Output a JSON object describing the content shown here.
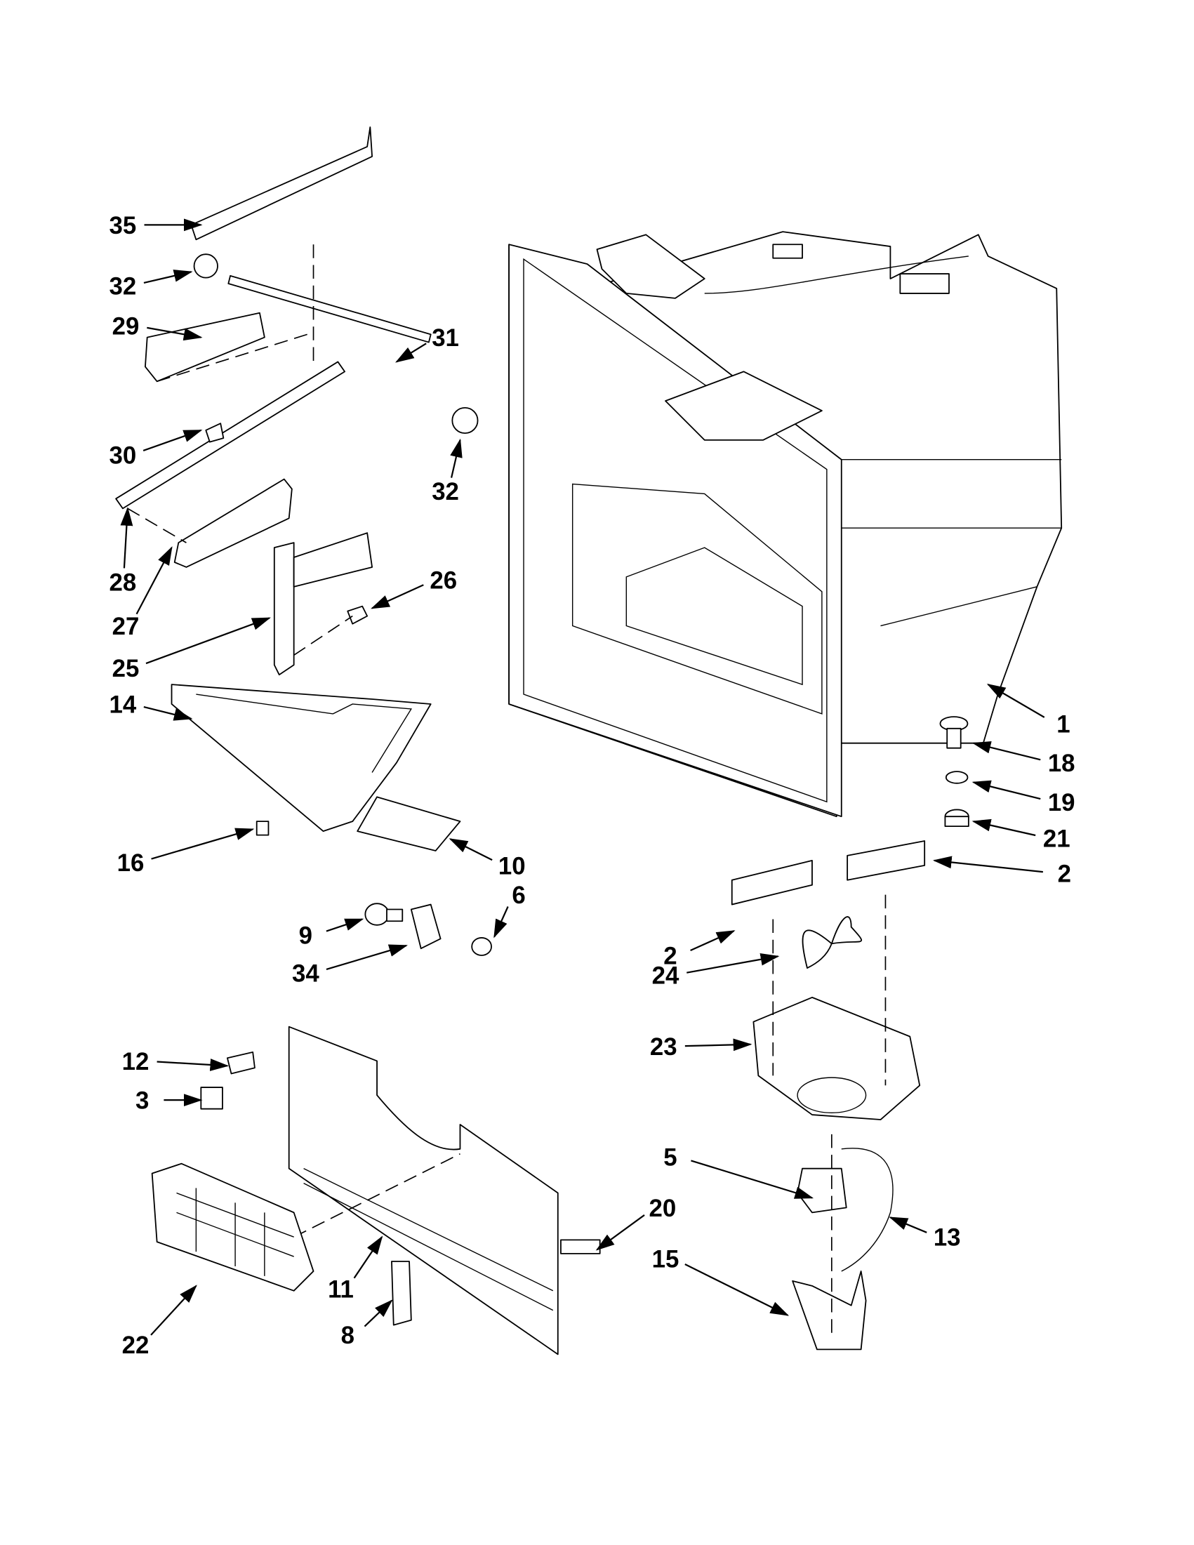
{
  "diagram": {
    "callouts": [
      "35",
      "32",
      "29",
      "31",
      "30",
      "32",
      "28",
      "27",
      "26",
      "25",
      "14",
      "1",
      "18",
      "19",
      "21",
      "16",
      "10",
      "2",
      "6",
      "9",
      "2",
      "34",
      "24",
      "12",
      "23",
      "3",
      "5",
      "20",
      "13",
      "15",
      "11",
      "22",
      "8"
    ],
    "colors": {
      "ink": "#000000",
      "background": "#ffffff"
    }
  }
}
